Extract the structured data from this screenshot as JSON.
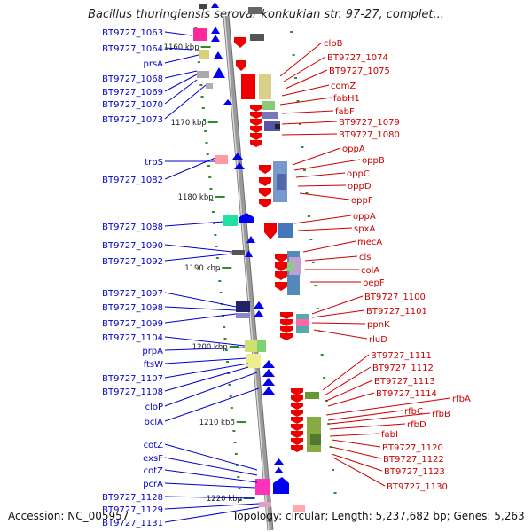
{
  "title": "Bacillus thuringiensis serovar konkukian str. 97-27, complet...",
  "footer": {
    "accession": "Accession: NC_005957",
    "summary": "Topology: circular; Length: 5,237,682 bp; Genes: 5,263"
  },
  "colors": {
    "left_label": "#0000cc",
    "right_label": "#cc0000",
    "backbone": "#9a9a9a",
    "tick": "#2e8b2e",
    "forward_arrow": "#0000ee",
    "reverse_arrow": "#ee0000"
  },
  "scale_labels": [
    "1160 kbp",
    "1170 kbp",
    "1180 kbp",
    "1190 kbp",
    "1200 kbp",
    "1210 kbp",
    "1220 kbp"
  ],
  "left_labels": [
    "BT9727_1063",
    "BT9727_1064",
    "prsA",
    "BT9727_1068",
    "BT9727_1069",
    "BT9727_1070",
    "BT9727_1073",
    "trpS",
    "BT9727_1082",
    "BT9727_1088",
    "BT9727_1090",
    "BT9727_1092",
    "BT9727_1097",
    "BT9727_1098",
    "BT9727_1099",
    "BT9727_1104",
    "prpA",
    "ftsW",
    "BT9727_1107",
    "BT9727_1108",
    "cloP",
    "bclA",
    "cotZ",
    "exsF",
    "cotZ",
    "pcrA",
    "BT9727_1128",
    "BT9727_1129",
    "BT9727_1131"
  ],
  "right_labels": [
    "clpB",
    "BT9727_1074",
    "BT9727_1075",
    "comZ",
    "fabH1",
    "fabF",
    "BT9727_1079",
    "BT9727_1080",
    "oppA",
    "oppB",
    "oppC",
    "oppD",
    "oppF",
    "oppA",
    "spxA",
    "mecA",
    "cls",
    "coiA",
    "pepF",
    "BT9727_1100",
    "BT9727_1101",
    "ppnK",
    "rluD",
    "BT9727_1111",
    "BT9727_1112",
    "BT9727_1113",
    "BT9727_1114",
    "rfbA",
    "rfbC",
    "rfbB",
    "rfbD",
    "fabI",
    "BT9727_1120",
    "BT9727_1122",
    "BT9727_1123",
    "BT9727_1130"
  ]
}
